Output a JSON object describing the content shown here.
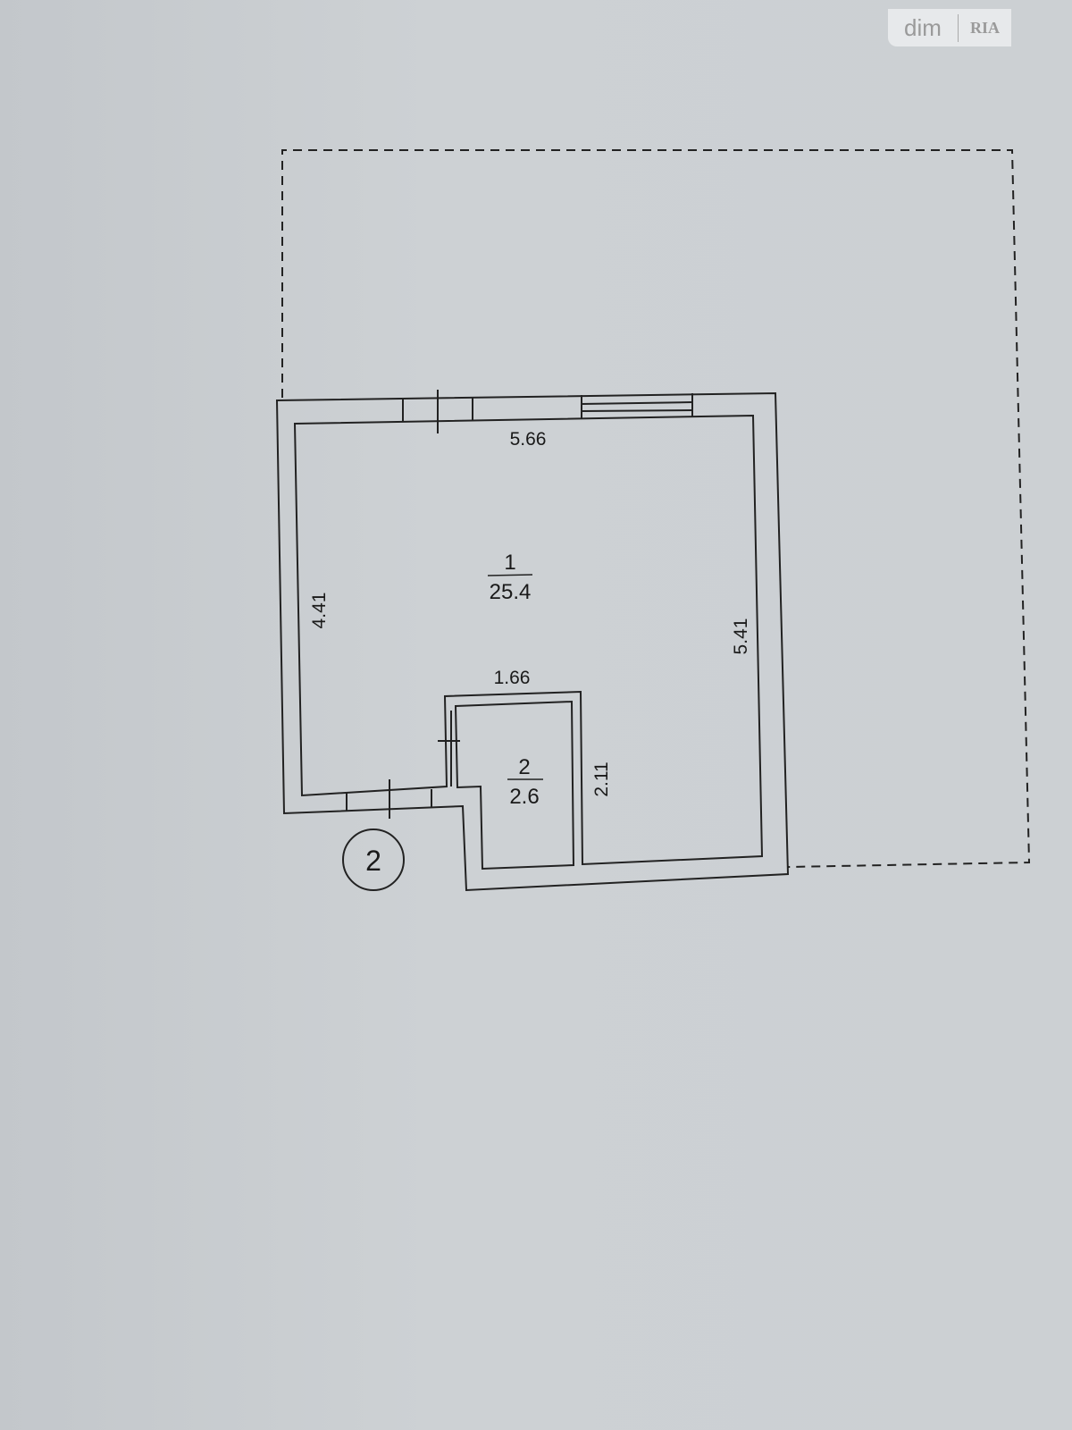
{
  "watermark": {
    "brand": "dim",
    "sub": "RIA"
  },
  "plan": {
    "rooms": [
      {
        "number": "1",
        "area": "25.4"
      },
      {
        "number": "2",
        "area": "2.6"
      }
    ],
    "dimensions": {
      "top": "5.66",
      "left": "4.41",
      "right": "5.41",
      "closet_width": "1.66",
      "closet_height": "2.11"
    },
    "unit_marker": "2"
  }
}
